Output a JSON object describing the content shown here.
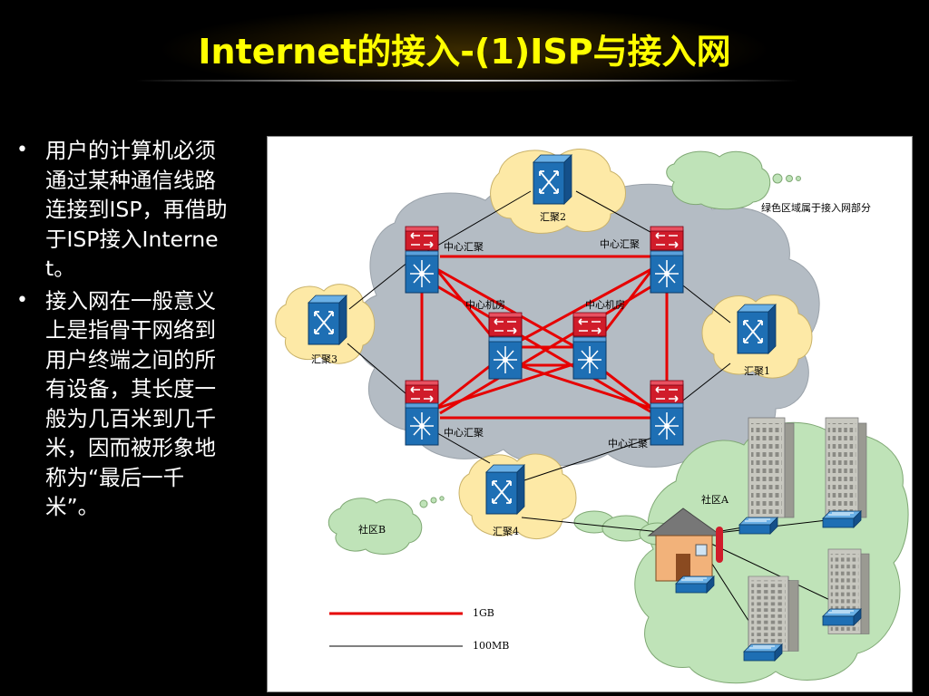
{
  "slide": {
    "title": "Internet的接入-(1)ISP与接入网",
    "bullets": [
      "用户的计算机必须通过某种通信线路连接到ISP，再借助于ISP接入Internet。",
      " 接入网在一般意义上是指骨干网络到用户终端之间的所有设备，其长度一般为几百米到几千米，因而被形象地称为“最后一千米”。"
    ],
    "bullet_glyph": "•"
  },
  "diagram": {
    "note": "绿色区域属于接入网部分",
    "labels": {
      "hub2": "汇聚2",
      "hub3": "汇聚3",
      "hub1": "汇聚1",
      "hub4": "汇聚4",
      "core_tl": "中心汇聚",
      "core_tr": "中心汇聚",
      "core_bl": "中心汇聚",
      "core_br": "中心汇聚",
      "room_l": "中心机房",
      "room_r": "中心机房",
      "community_a": "社区A",
      "community_b": "社区B"
    },
    "legend": {
      "thick": "1GB",
      "thin": "100MB"
    },
    "colors": {
      "backbone_cloud": "#b4bcc4",
      "hub_cloud": "#fde9a6",
      "access_cloud": "#bfe3b8",
      "gigabit_line": "#e60000",
      "router_red": "#c8102e",
      "switch_blue": "#1e6fb4"
    }
  }
}
